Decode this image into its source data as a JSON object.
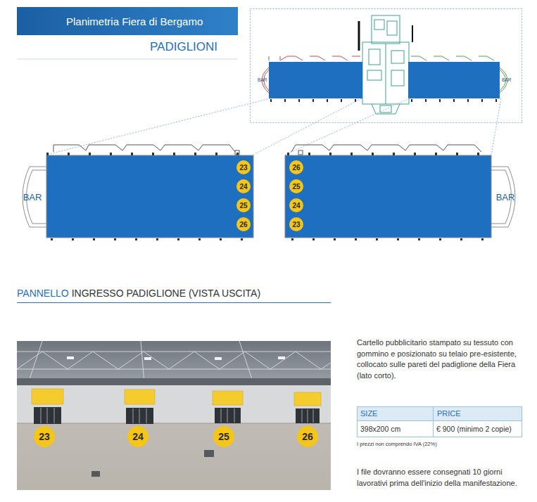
{
  "diagram": {
    "nodes": [
      {
        "text": [
          "Planimetria Fiera di Bergamo"
        ]
      },
      {
        "text": [
          "BAR"
        ]
      },
      {
        "text": [
          "23"
        ]
      },
      {
        "text": [
          "24"
        ]
      },
      {
        "text": [
          "25"
        ]
      },
      {
        "text": [
          "26"
        ]
      },
      {
        "text": [
          "26"
        ]
      },
      {
        "text": [
          "25"
        ]
      },
      {
        "text": [
          "24"
        ]
      },
      {
        "text": [
          "23"
        ]
      },
      {
        "text": [
          "BAR"
        ]
      },
      {
        "text": [
          "23"
        ]
      },
      {
        "text": [
          "24"
        ]
      },
      {
        "text": [
          "25"
        ]
      },
      {
        "text": [
          "26"
        ]
      }
    ],
    "labels": [
      "PADIGLIONI",
      "BAR",
      "BAR",
      "PANNELLO",
      "INGRESSO PADIGLIONE (VISTA USCITA)",
      "Cartello pubblicitario stampato su tessuto con gommino e posizionato su telaio pre-esistente, collocato sulle pareti del padiglione della Fiera (lato corto).",
      "SIZE",
      "PRICE",
      "398x200 cm",
      "€ 900 (minimo 2 copie)",
      "I prezzi non comprendo IVA (22%)",
      "I file dovranno essere consegnati 10 giorni lavorativi prima dell'inizio della manifestazione."
    ]
  }
}
